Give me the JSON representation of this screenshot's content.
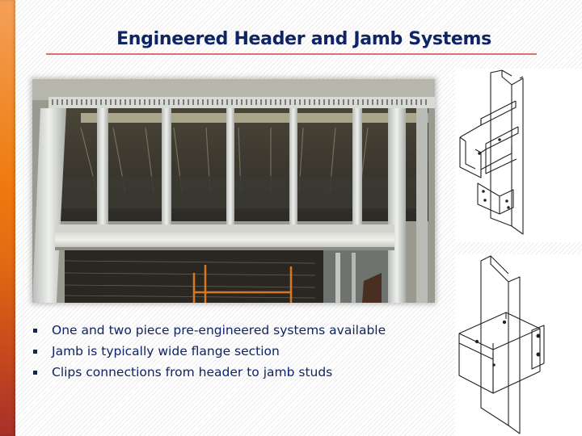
{
  "slide": {
    "title": "Engineered Header and Jamb Systems",
    "accent_colors": {
      "title_text": "#0f2466",
      "title_underline": "#e07070",
      "side_bar_top": "#f4a05a",
      "side_bar_middle": "#f07a10",
      "side_bar_bottom": "#a8302a"
    },
    "photo": {
      "description": "Photo of installed steel stud header and jamb framing below metal deck"
    },
    "diagrams": [
      {
        "description": "Isometric drawing of two-piece header track connected to jamb stud with clip"
      },
      {
        "description": "Isometric drawing of one-piece box header attached to jamb stud with clip angle"
      }
    ],
    "bullets": [
      "One and two piece pre-engineered systems available",
      "Jamb is typically wide flange section",
      "Clips connections from header to jamb studs"
    ]
  }
}
